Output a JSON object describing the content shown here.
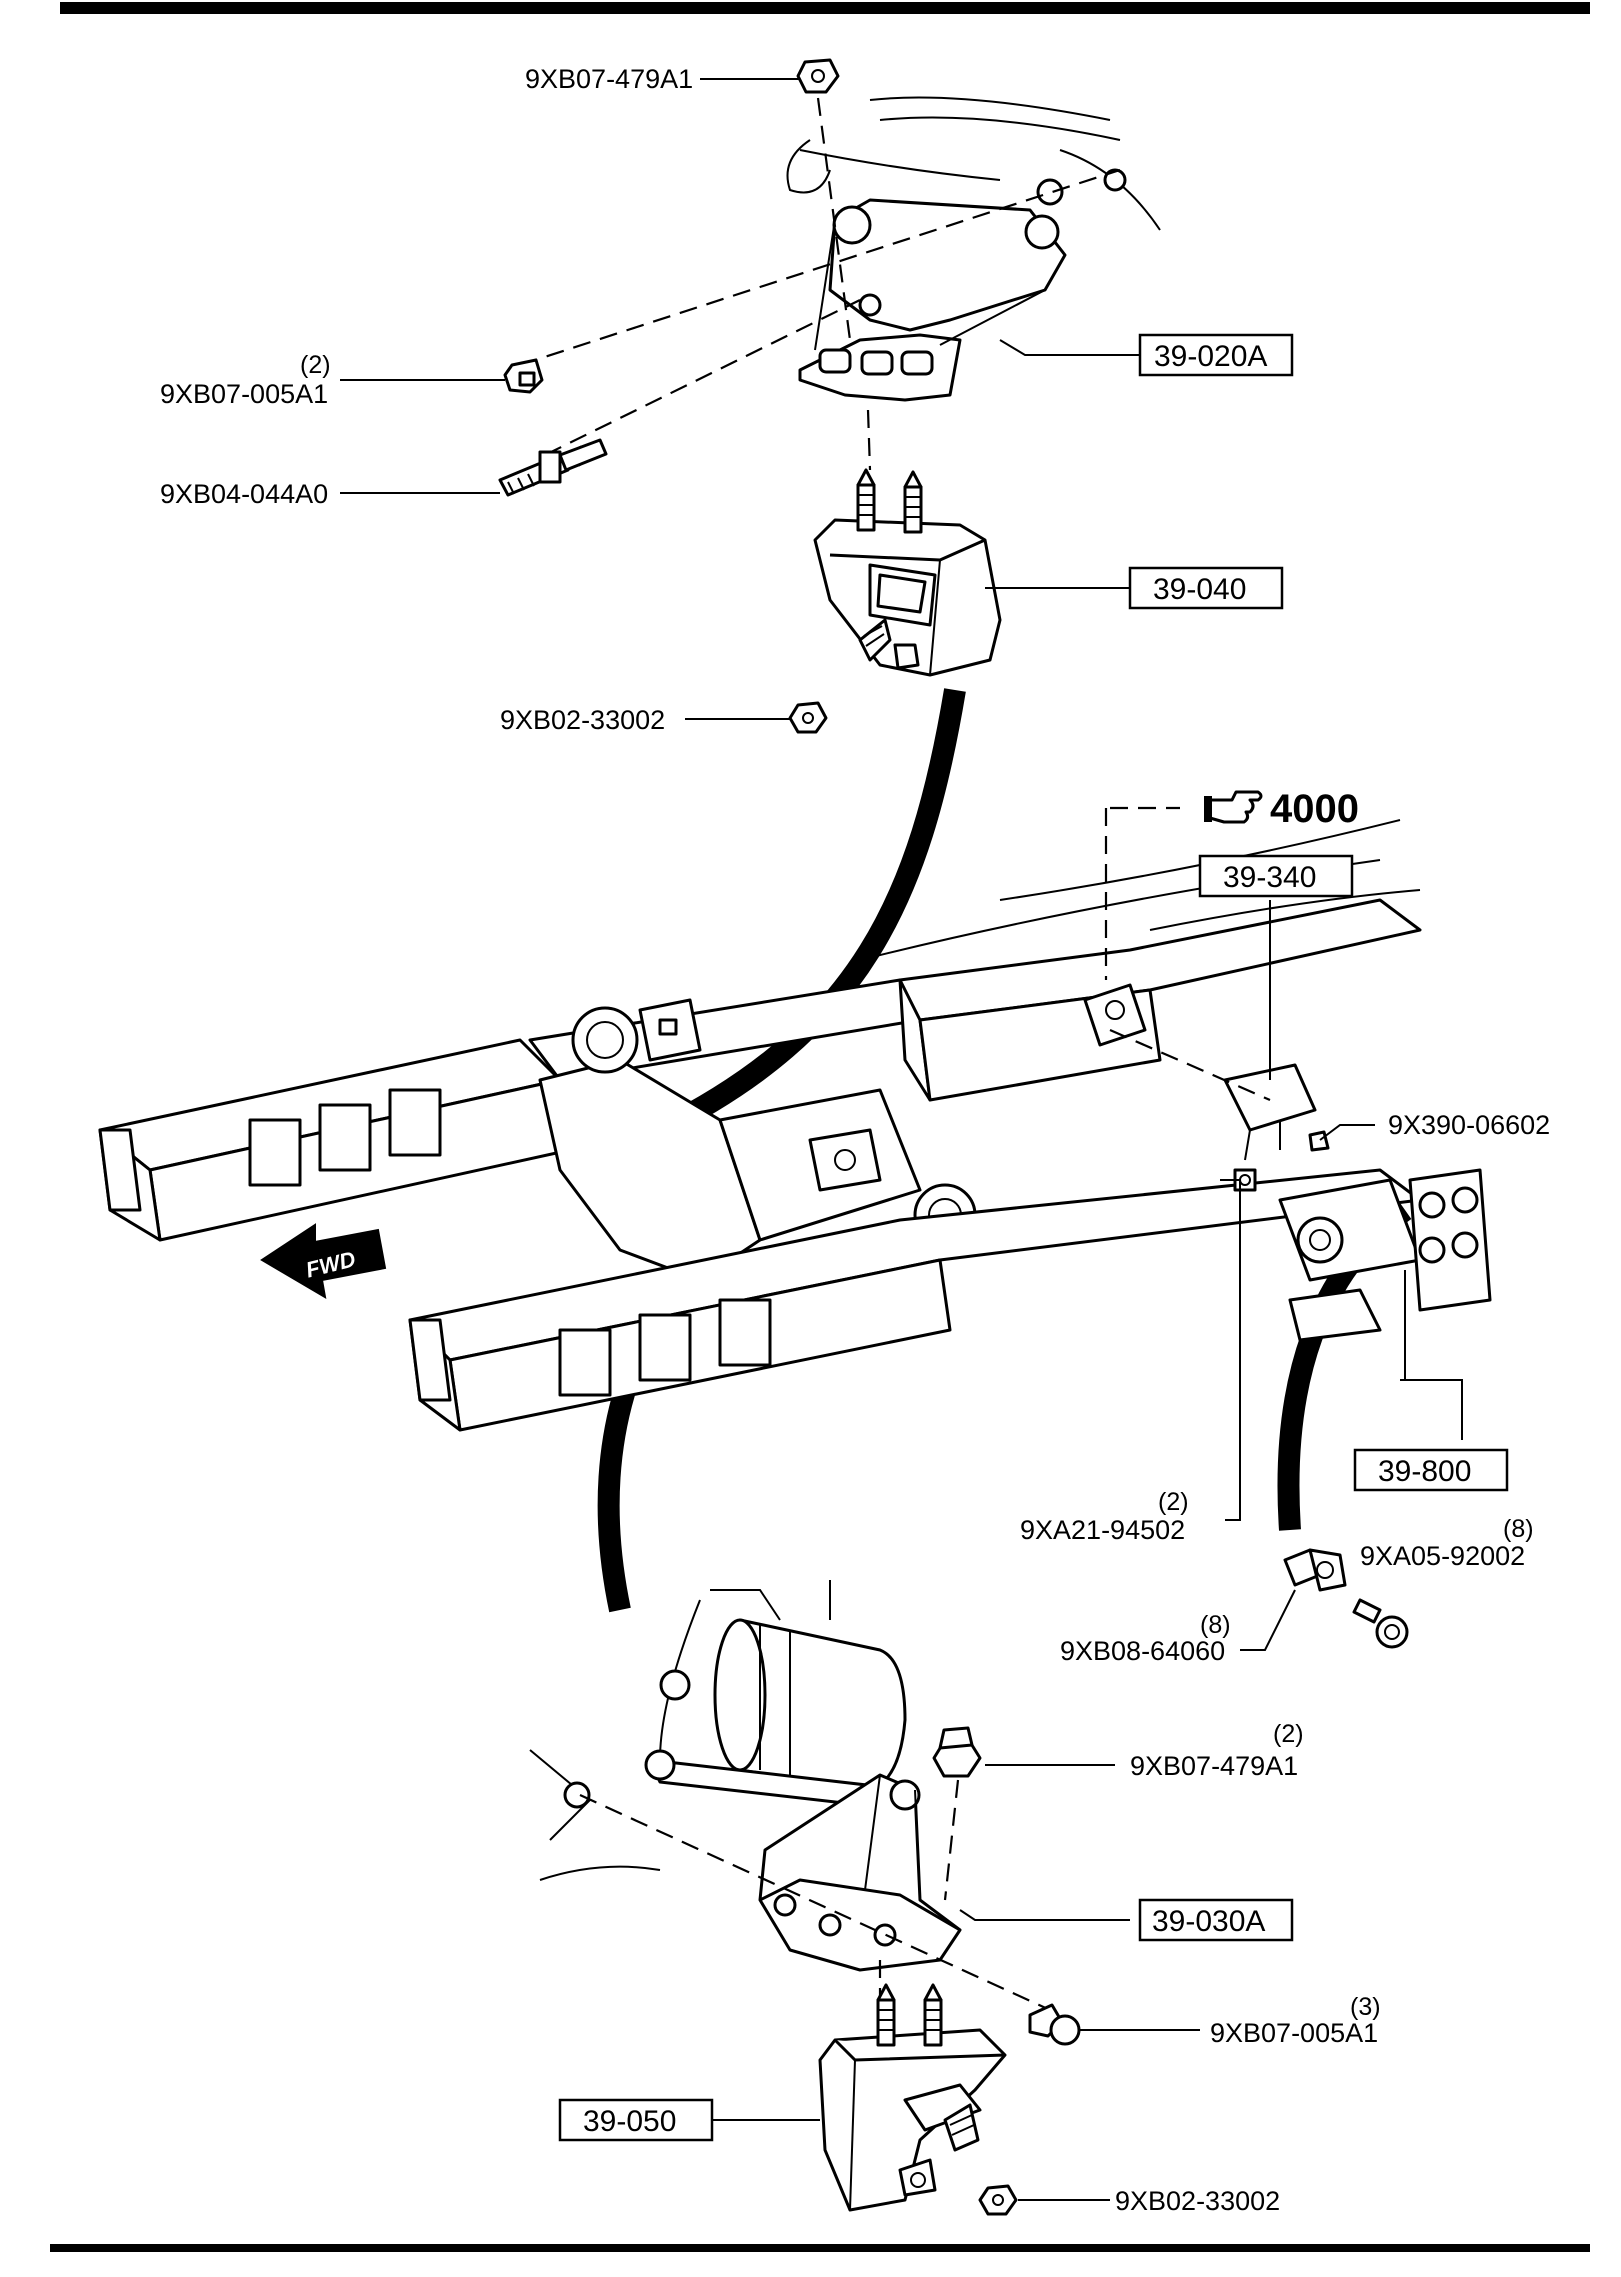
{
  "parts": {
    "nut_top": "9XB07-479A1",
    "bolt_upper_qty": "(2)",
    "bolt_upper": "9XB07-005A1",
    "stud_bolt": "9XB04-044A0",
    "nut_upper_mount": "9XB02-33002",
    "bolt_frame_right": "9X390-06602",
    "washer_qty": "(2)",
    "washer": "9XA21-94502",
    "bolt_crossmember_qty": "(8)",
    "bolt_crossmember": "9XA05-92002",
    "nut_plate_qty": "(8)",
    "nut_plate": "9XB08-64060",
    "nut_lower_qty": "(2)",
    "nut_lower": "9XB07-479A1",
    "bolt_lower_qty": "(3)",
    "bolt_lower": "9XB07-005A1",
    "nut_bottom": "9XB02-33002"
  },
  "callouts": {
    "bracket_upper": "39-020A",
    "mount_upper": "39-040",
    "rear_mount": "39-340",
    "crossmember": "39-800",
    "bracket_lower": "39-030A",
    "mount_lower": "39-050"
  },
  "reference": {
    "section": "4000",
    "pointer_icon": "pointing-hand-icon"
  },
  "direction": {
    "fwd_label": "FWD"
  }
}
